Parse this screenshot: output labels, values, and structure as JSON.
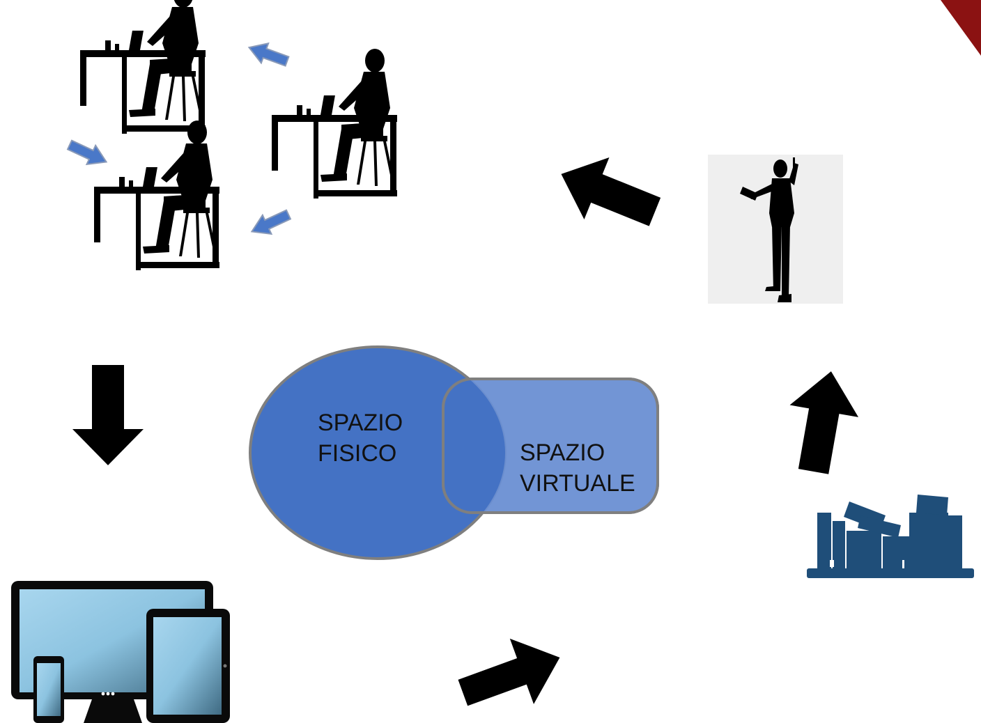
{
  "diagram": {
    "physical_space": {
      "line1": "SPAZIO",
      "line2": "FISICO"
    },
    "virtual_space": {
      "line1": "SPAZIO",
      "line2": "VIRTUALE"
    }
  },
  "colors": {
    "physical_fill": "#4472c4",
    "virtual_fill": "#6a8fd3",
    "shape_outline": "#7f7f7f",
    "silhouette": "#000000",
    "small_arrow": "#4a78c8",
    "books": "#1f4e79",
    "screen": "#8fc3e0",
    "corner_accent": "#8b1212"
  },
  "icons": [
    "desk-worker-icon",
    "small-arrow-icon",
    "teacher-icon",
    "big-arrow-icon",
    "books-icon",
    "devices-icon"
  ]
}
